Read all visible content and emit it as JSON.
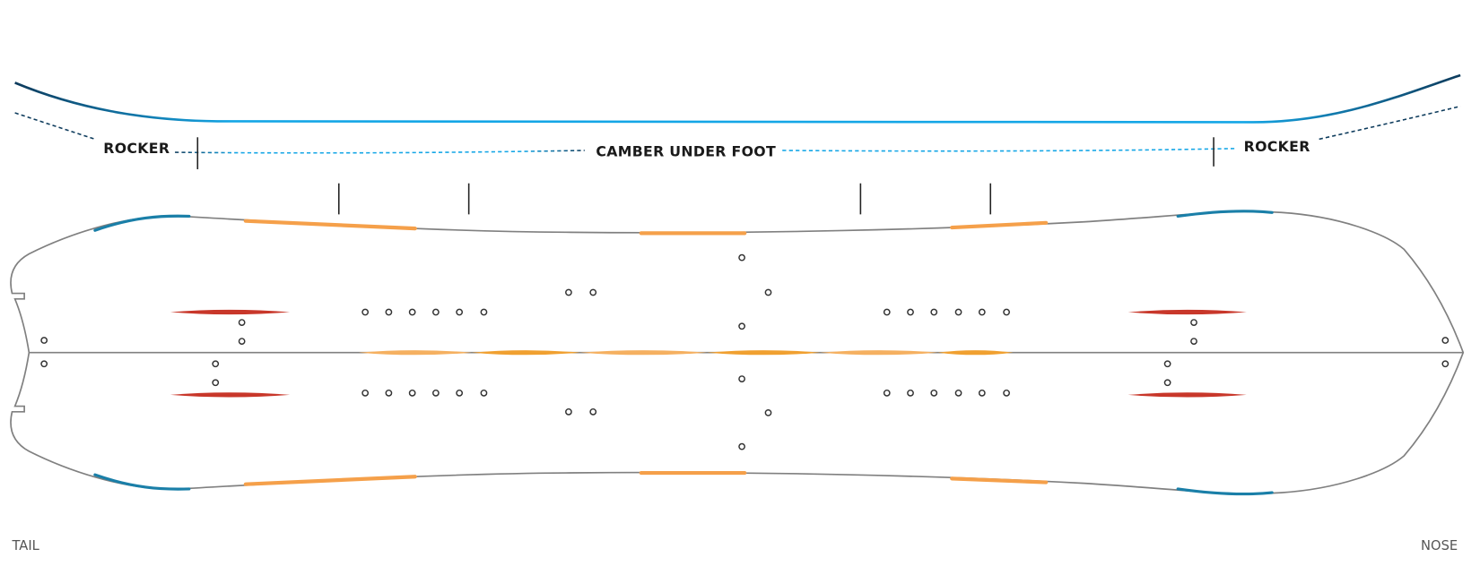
{
  "profile": {
    "rocker_left": "ROCKER",
    "camber": "CAMBER UNDER FOOT",
    "rocker_right": "ROCKER"
  },
  "ends": {
    "tail": "TAIL",
    "nose": "NOSE"
  },
  "colors": {
    "profile_dark": "#0d3b5c",
    "profile_bright": "#14a6e6",
    "outline": "#808080",
    "edge_blue": "#1a7fa8",
    "edge_orange": "#f5a04a",
    "red_marks": "#c8372a",
    "holes": "#333333"
  }
}
